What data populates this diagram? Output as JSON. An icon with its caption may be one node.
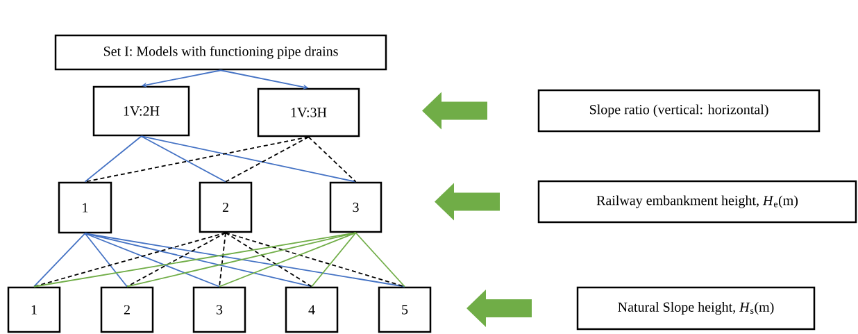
{
  "diagram": {
    "nodes": [
      {
        "text": [
          "Set I: Models with functioning pipe drains"
        ]
      },
      {
        "text": [
          "1V:2H"
        ]
      },
      {
        "text": [
          "1V:3H"
        ]
      },
      {
        "text": [
          "1"
        ]
      },
      {
        "text": [
          "2"
        ]
      },
      {
        "text": [
          "3"
        ]
      },
      {
        "text": [
          "1"
        ]
      },
      {
        "text": [
          "2"
        ]
      },
      {
        "text": [
          "3"
        ]
      },
      {
        "text": [
          "4"
        ]
      },
      {
        "text": [
          "5"
        ]
      },
      {
        "text": [
          "Slope ratio (vertical: horizontal)"
        ]
      },
      {
        "text": [
          "Railway embankment height, *H*$_{e}$(m)"
        ]
      },
      {
        "text": [
          "Natural Slope height, *H*$_{s}$(m)"
        ]
      }
    ],
    "edges": [
      {
        "from": 0,
        "to": 1,
        "arrow": "to"
      },
      {
        "from": 0,
        "to": 2,
        "arrow": "to"
      },
      {
        "from": 1,
        "to": 3,
        "arrow": "none"
      },
      {
        "from": 1,
        "to": 4,
        "arrow": "none"
      },
      {
        "from": 1,
        "to": 5,
        "arrow": "none"
      },
      {
        "from": 2,
        "to": 3,
        "arrow": "none",
        "style": "dashed",
        "color": "#000000"
      },
      {
        "from": 2,
        "to": 4,
        "arrow": "none",
        "style": "dashed",
        "color": "#000000"
      },
      {
        "from": 2,
        "to": 5,
        "arrow": "none",
        "style": "dashed",
        "color": "#000000"
      },
      {
        "from": 3,
        "to": 6,
        "arrow": "none"
      },
      {
        "from": 3,
        "to": 7,
        "arrow": "none"
      },
      {
        "from": 3,
        "to": 8,
        "arrow": "none"
      },
      {
        "from": 3,
        "to": 9,
        "arrow": "none"
      },
      {
        "from": 3,
        "to": 10,
        "arrow": "none"
      },
      {
        "from": 4,
        "to": 6,
        "arrow": "none",
        "style": "dashed",
        "color": "#000000"
      },
      {
        "from": 4,
        "to": 7,
        "arrow": "none",
        "style": "dashed",
        "color": "#000000"
      },
      {
        "from": 4,
        "to": 8,
        "arrow": "none",
        "style": "dashed",
        "color": "#000000"
      },
      {
        "from": 4,
        "to": 9,
        "arrow": "none",
        "style": "dashed",
        "color": "#000000"
      },
      {
        "from": 4,
        "to": 10,
        "arrow": "none",
        "style": "dashed",
        "color": "#000000"
      },
      {
        "from": 5,
        "to": 6,
        "arrow": "none",
        "color": "#70ad47"
      },
      {
        "from": 5,
        "to": 7,
        "arrow": "none",
        "color": "#70ad47"
      },
      {
        "from": 5,
        "to": 8,
        "arrow": "none",
        "color": "#70ad47"
      },
      {
        "from": 5,
        "to": 9,
        "arrow": "none",
        "color": "#70ad47"
      },
      {
        "from": 5,
        "to": 10,
        "arrow": "none",
        "color": "#70ad47"
      }
    ]
  }
}
